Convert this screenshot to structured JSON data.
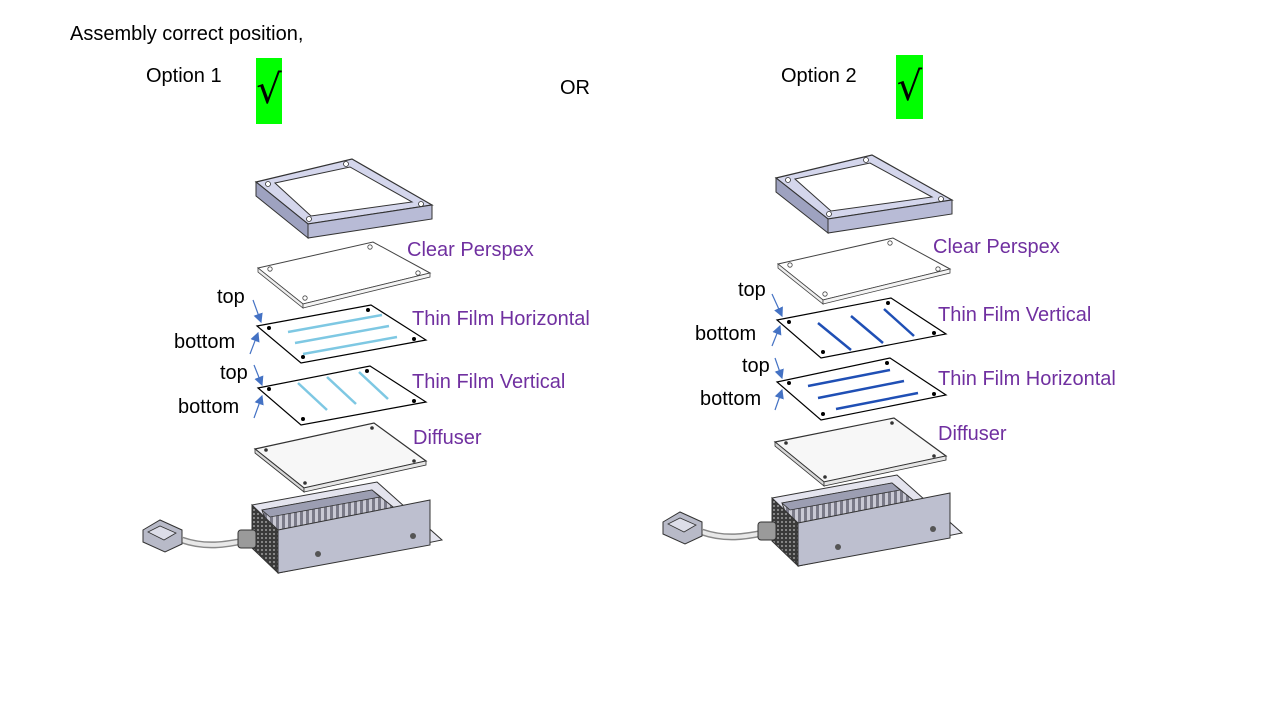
{
  "title": "Assembly correct position,",
  "separator": "OR",
  "check_symbol": "√",
  "colors": {
    "label_purple": "#7030a0",
    "check_green": "#00ff00",
    "film_line_option1": "#7ec8e3",
    "film_line_option2": "#1f4fb5",
    "arrow_blue": "#4472c4"
  },
  "options": [
    {
      "label": "Option 1",
      "layers": {
        "clear_perspex": "Clear Perspex",
        "film_1": "Thin Film Horizontal",
        "film_2": "Thin Film Vertical",
        "diffuser": "Diffuser"
      },
      "side_labels": {
        "top_1": "top",
        "bottom_1": "bottom",
        "top_2": "top",
        "bottom_2": "bottom"
      }
    },
    {
      "label": "Option 2",
      "layers": {
        "clear_perspex": "Clear Perspex",
        "film_1": "Thin Film Vertical",
        "film_2": "Thin Film Horizontal",
        "diffuser": "Diffuser"
      },
      "side_labels": {
        "top_1": "top",
        "bottom_1": "bottom",
        "top_2": "top",
        "bottom_2": "bottom"
      }
    }
  ]
}
